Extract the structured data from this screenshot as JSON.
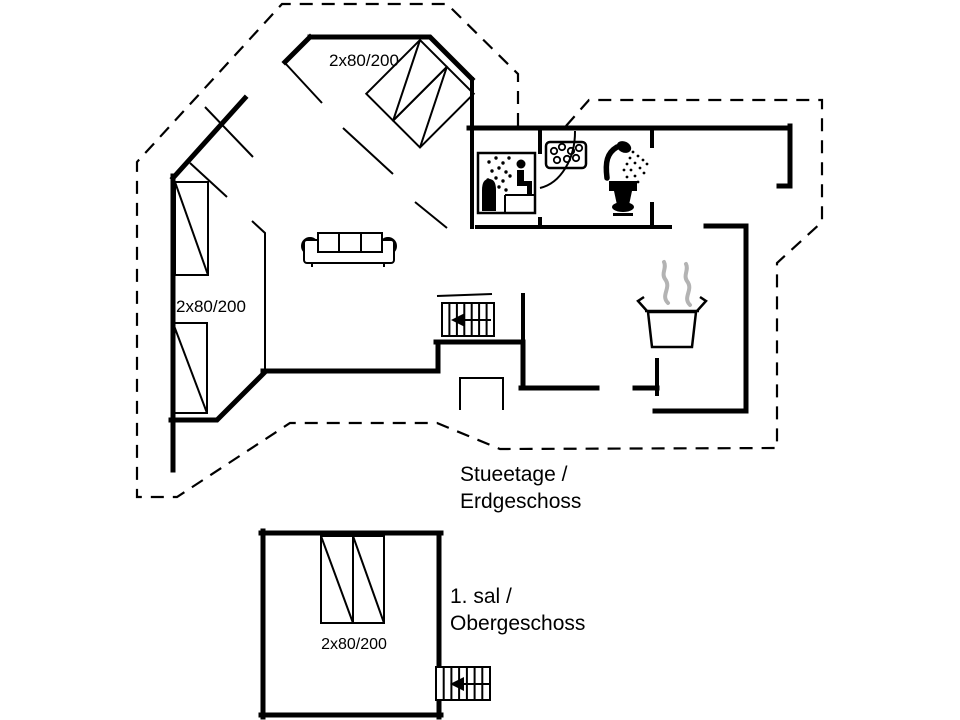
{
  "floor_plan": {
    "ground_floor": {
      "title_line1": "Stueetage /",
      "title_line2": "Erdgeschoss",
      "north_bedroom_bed_label": "2x80/200",
      "west_bedroom_bed_label": "2x80/200"
    },
    "upper_floor": {
      "title_line1": "1. sal /",
      "title_line2": "Obergeschoss",
      "bed_label": "2x80/200"
    },
    "colors": {
      "line": "#000000",
      "background": "#ffffff",
      "steam": "#b3b3b3"
    },
    "icons": {
      "sauna": "sauna-icon",
      "washbasin": "washbasin-icon",
      "shower": "shower-icon",
      "toilet": "toilet-icon",
      "cooking_pot": "cooking-pot-icon",
      "sofa": "sofa-icon",
      "stairs": "stairs-icon",
      "bed": "bed-icon",
      "door_swing": "door-swing-line",
      "terrace": "terrace-outline"
    }
  }
}
